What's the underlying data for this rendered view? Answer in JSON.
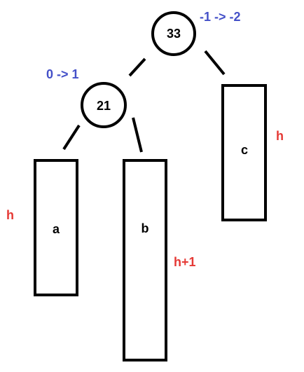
{
  "colors": {
    "stroke": "#000000",
    "balance_label": "#4450c8",
    "height_label": "#e53935"
  },
  "nodes": {
    "root": {
      "key": "33",
      "balance": "-1 -> -2"
    },
    "left": {
      "key": "21",
      "balance": "0 -> 1"
    }
  },
  "subtrees": {
    "a": {
      "label": "a",
      "height": "h"
    },
    "b": {
      "label": "b",
      "height": "h+1"
    },
    "c": {
      "label": "c",
      "height": "h"
    }
  }
}
